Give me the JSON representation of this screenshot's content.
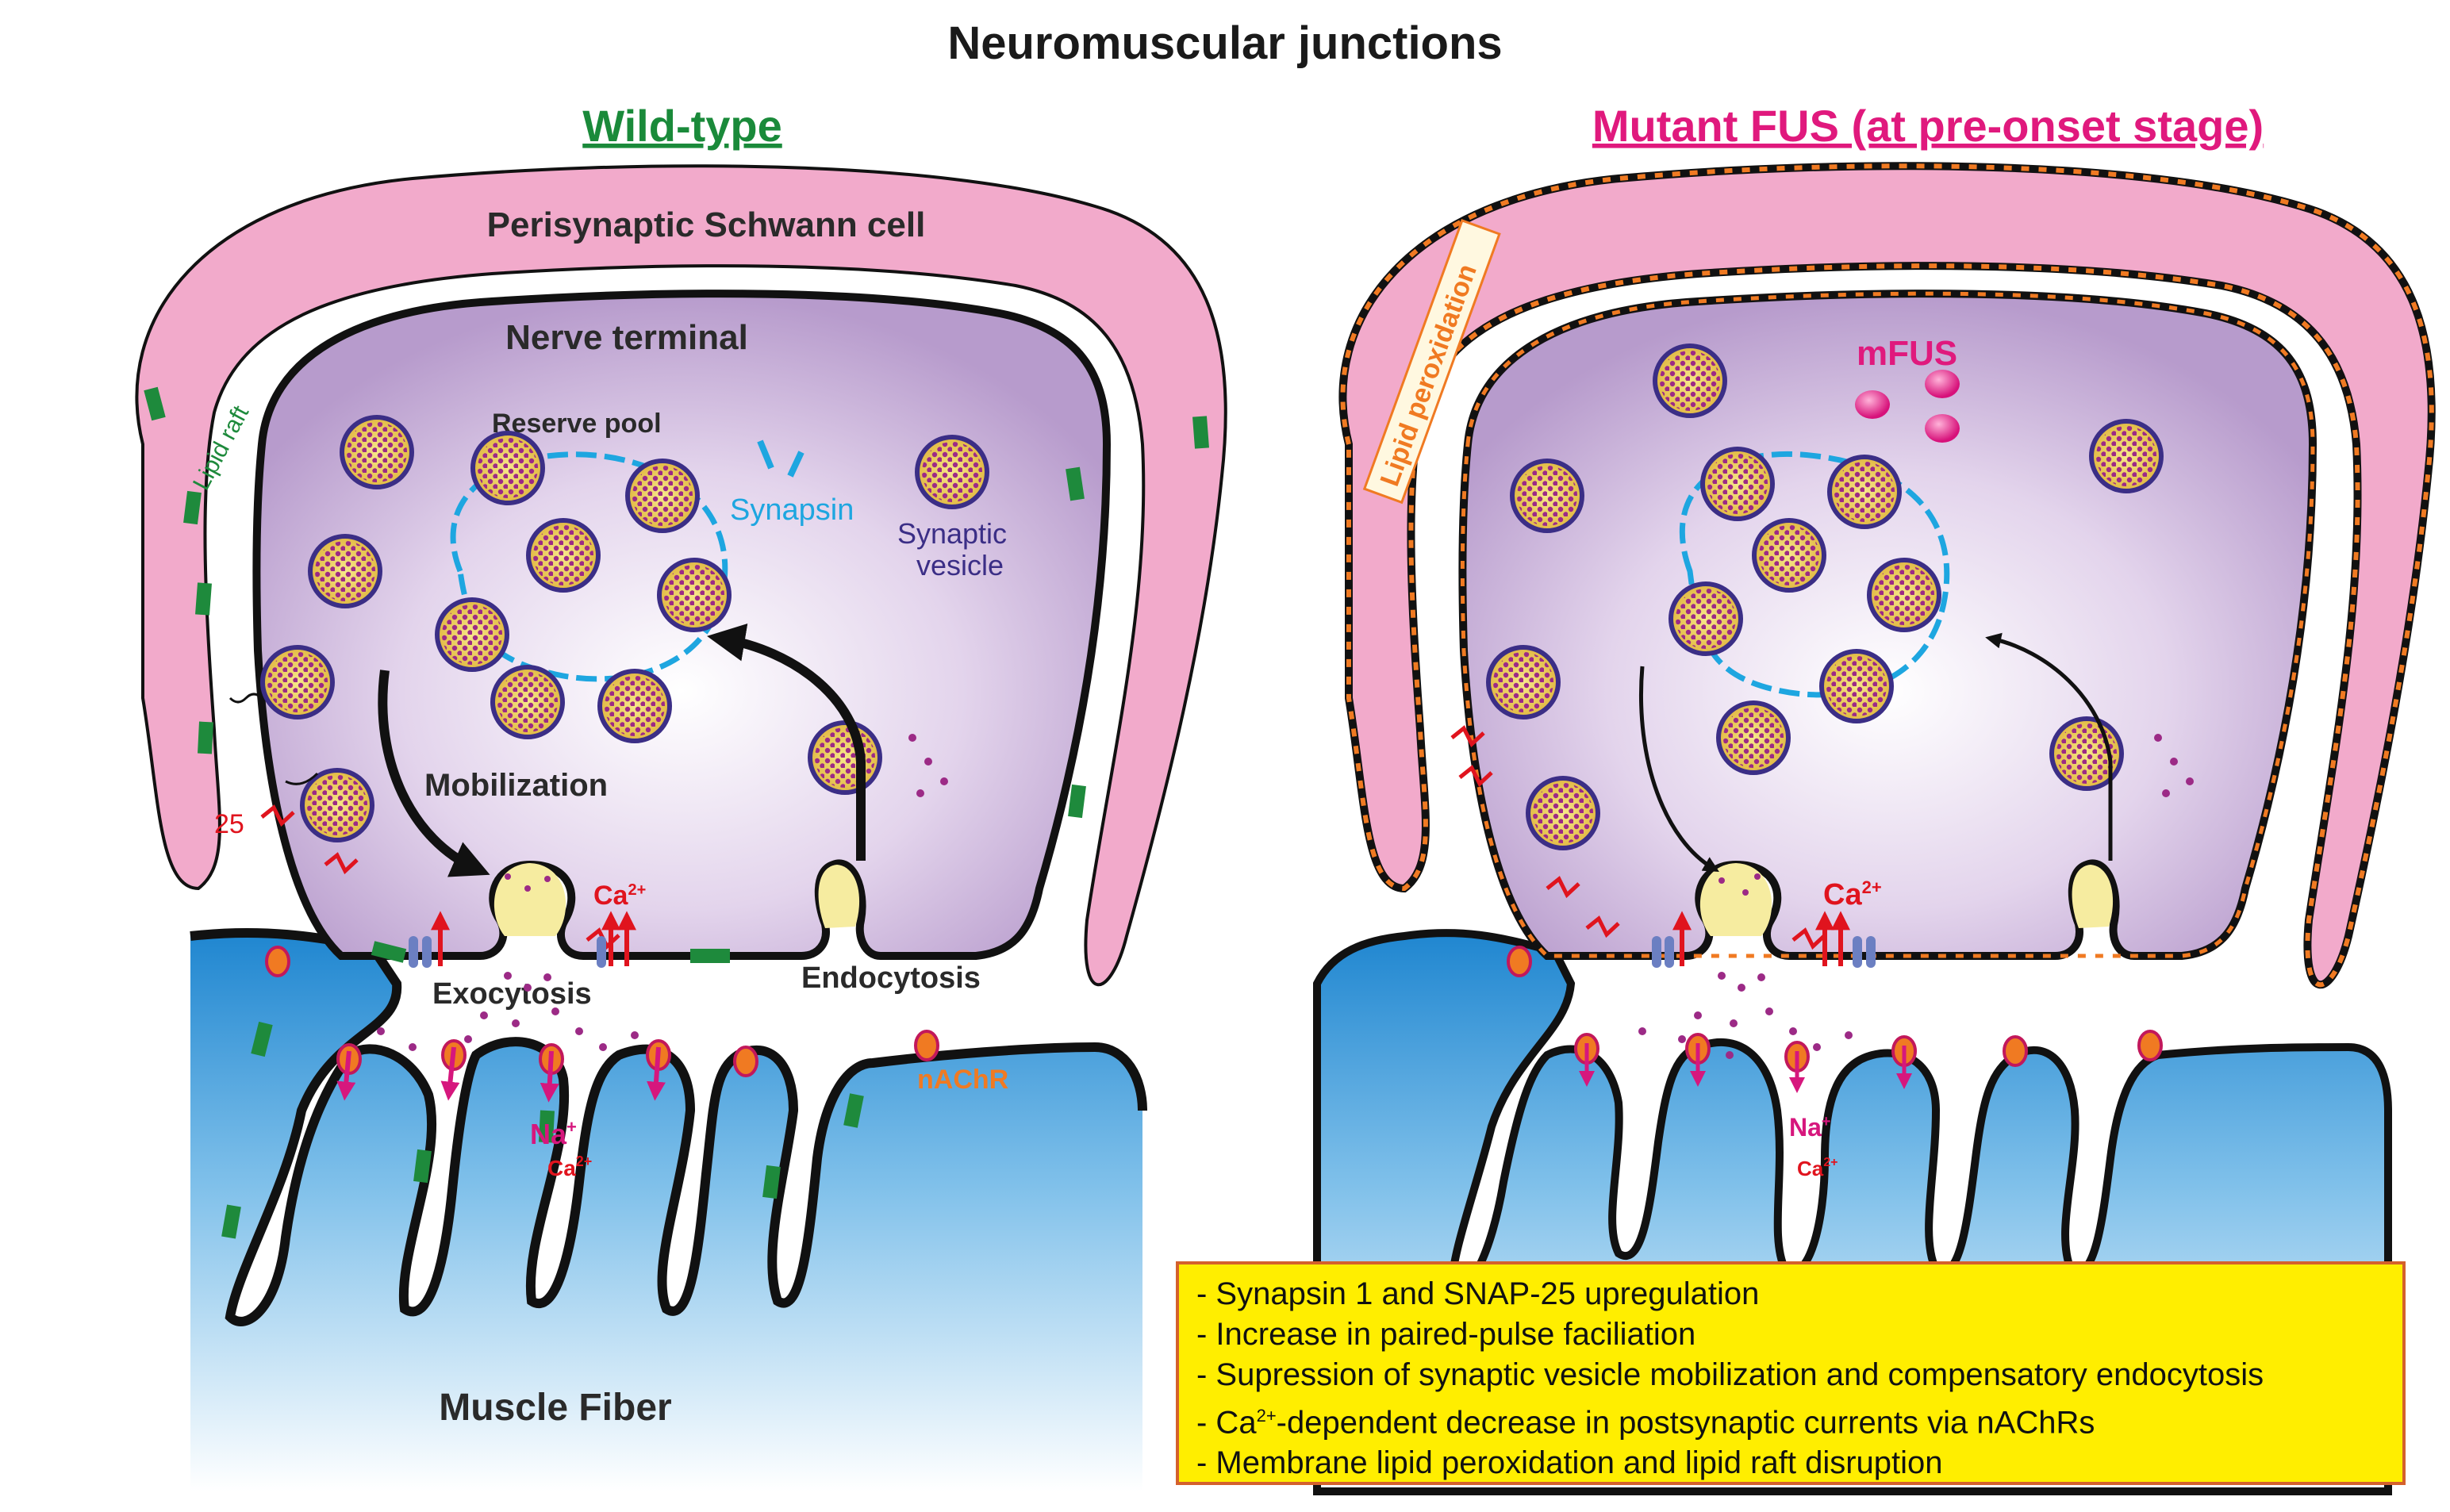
{
  "title": "Neuromuscular junctions",
  "panels": {
    "left": {
      "title": "Wild-type",
      "title_color": "#1a8a3a",
      "labels": {
        "schwann": "Perisynaptic Schwann cell",
        "nerve": "Nerve terminal",
        "reserve_pool": "Reserve pool",
        "synapsin": "Synapsin",
        "synaptic_vesicle_1": "Synaptic",
        "synaptic_vesicle_2": "vesicle",
        "lipid_raft": "Lipid raft",
        "mobilization": "Mobilization",
        "exocytosis": "Exocytosis",
        "endocytosis": "Endocytosis",
        "snap": "25",
        "calcium": "Ca",
        "calcium_sup": "2+",
        "sodium": "Na",
        "sodium_sup": "+",
        "calcium_post": "Ca",
        "calcium_post_sup": "2+",
        "nachr": "nAChR",
        "muscle": "Muscle Fiber"
      }
    },
    "right": {
      "title": "Mutant FUS (at pre-onset stage)",
      "title_color": "#e0197d",
      "labels": {
        "mfus": "mFUS",
        "lipid_peroxidation": "Lipid peroxidation",
        "calcium": "Ca",
        "calcium_sup": "2+",
        "sodium": "Na",
        "sodium_sup": "+",
        "calcium_post": "Ca",
        "calcium_post_sup": "2+"
      }
    }
  },
  "summary": [
    "- Synapsin 1 and SNAP-25 upregulation",
    "- Increase in paired-pulse faciliation",
    "- Supression of synaptic vesicle mobilization and compensatory endocytosis",
    "-dependent decrease in postsynaptic currents via nAChRs",
    "- Membrane lipid peroxidation and lipid raft disruption"
  ],
  "summary_ca_prefix": "- Ca",
  "summary_ca_sup": "2+",
  "colors": {
    "schwann": "#f2aacb",
    "nerve": "#cdb4dc",
    "muscle": "#3b9ad8",
    "lipid_raft": "#1e8a3c",
    "vesicle_fill": "#e9cf55",
    "vesicle_ring": "#3b2e86",
    "synapsin": "#1ea6e0",
    "mfus": "#e0197d",
    "summary_bg": "#ffee00"
  }
}
